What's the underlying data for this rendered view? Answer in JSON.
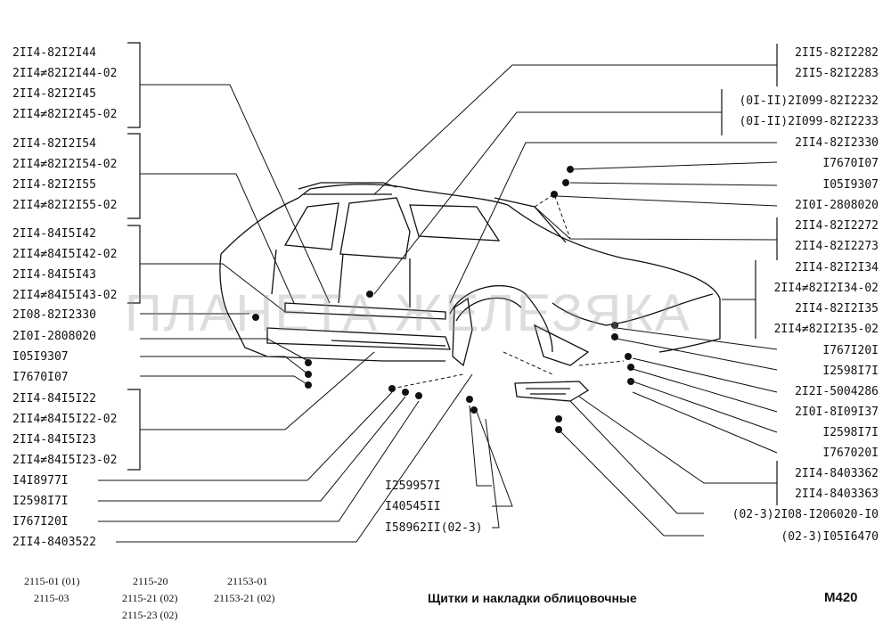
{
  "left_labels": [
    "2II4-82I2I44",
    "2II4≠82I2I44-02",
    "2II4-82I2I45",
    "2II4≠82I2I45-02",
    "2II4-82I2I54",
    "2II4≠82I2I54-02",
    "2II4-82I2I55",
    "2II4≠82I2I55-02",
    "2II4-84I5I42",
    "2II4≠84I5I42-02",
    "2II4-84I5I43",
    "2II4≠84I5I43-02",
    "2I08-82I2330",
    "2I0I-2808020",
    "I05I9307",
    "I7670I07",
    "2II4-84I5I22",
    "2II4≠84I5I22-02",
    "2II4-84I5I23",
    "2II4≠84I5I23-02",
    "I4I8977I",
    "I2598I7I",
    "I767I20I",
    "2II4-8403522"
  ],
  "right_labels": [
    "2II5-82I2282",
    "2II5-82I2283",
    "(0I-II)2I099-82I2232",
    "(0I-II)2I099-82I2233",
    "2II4-82I2330",
    "I7670I07",
    "I05I9307",
    "2I0I-2808020",
    "2II4-82I2272",
    "2II4-82I2273",
    "2II4-82I2I34",
    "2II4≠82I2I34-02",
    "2II4-82I2I35",
    "2II4≠82I2I35-02",
    "I767I20I",
    "I2598I7I",
    "2I2I-5004286",
    "2I0I-8I09I37",
    "I2598I7I",
    "I767020I",
    "2II4-8403362",
    "2II4-8403363",
    "(02-3)2I08-I206020-I0",
    "(02-3)I05I6470"
  ],
  "center_labels": [
    "I259957I",
    "I40545II",
    "I58962II(02-3)"
  ],
  "footer": {
    "models": [
      "2115-01 (01)",
      "2115-03",
      "2115-20",
      "2115-21 (02)",
      "2115-23 (02)",
      "21153-01",
      "21153-21 (02)"
    ],
    "title": "Щитки и накладки облицовочные",
    "code": "M420"
  },
  "watermark": "ПЛАНЕТА ЖЕЛЕЗЯКА"
}
